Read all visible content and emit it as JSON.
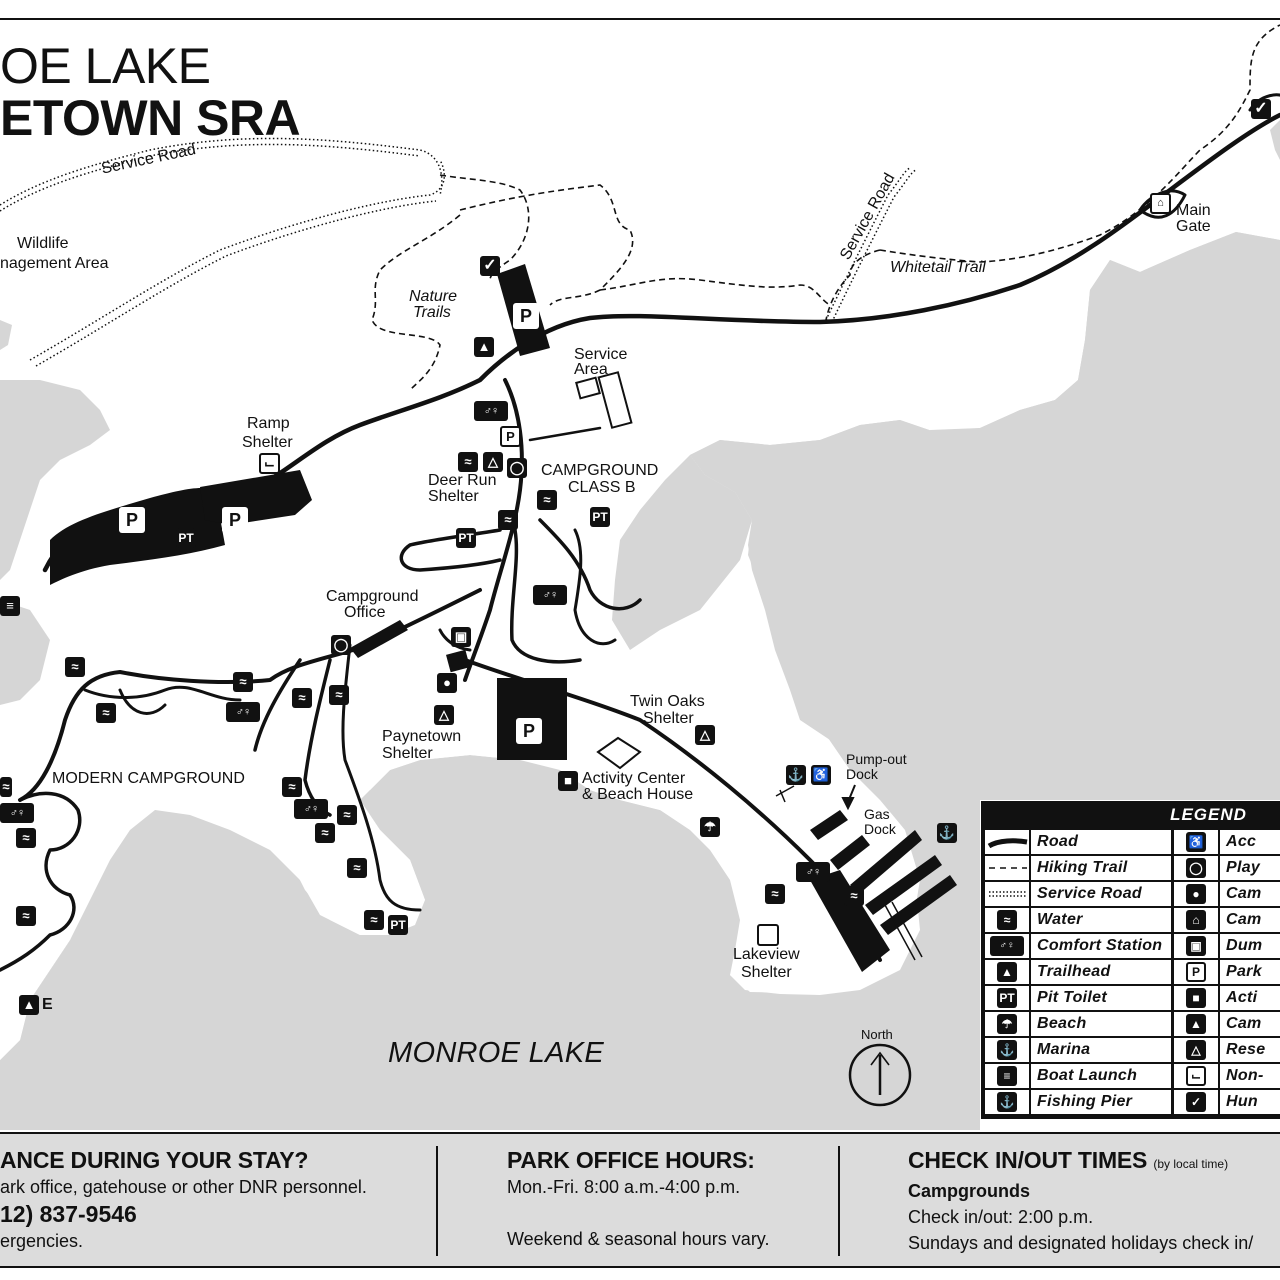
{
  "title": {
    "line1": "OE LAKE",
    "line2": "ETOWN SRA"
  },
  "labels": {
    "service_road_1": "Service Road",
    "service_road_2": "Service Road",
    "wildlife_1": "Wildlife",
    "wildlife_2": "nagement Area",
    "nature_1": "Nature",
    "nature_2": "Trails",
    "whitetail": "Whitetail Trail",
    "main_gate_1": "Main",
    "main_gate_2": "Gate",
    "service_area_1": "Service",
    "service_area_2": "Area",
    "ramp_1": "Ramp",
    "ramp_2": "Shelter",
    "deer_1": "Deer Run",
    "deer_2": "Shelter",
    "class_b_1": "CAMPGROUND",
    "class_b_2": "CLASS B",
    "office_1": "Campground",
    "office_2": "Office",
    "twin_1": "Twin Oaks",
    "twin_2": "Shelter",
    "payne_1": "Paynetown",
    "payne_2": "Shelter",
    "modern": "MODERN CAMPGROUND",
    "activity_1": "Activity Center",
    "activity_2": "& Beach House",
    "pumpout_1": "Pump-out",
    "pumpout_2": "Dock",
    "gas_1": "Gas",
    "gas_2": "Dock",
    "lakeview_1": "Lakeview",
    "lakeview_2": "Shelter",
    "lake": "MONROE LAKE",
    "north": "North",
    "camp_e": "E"
  },
  "map_symbols": {
    "parking": "P",
    "pit_toilet": "PT",
    "check": "✓"
  },
  "legend": {
    "title": "LEGEND",
    "left": [
      {
        "label": "Road",
        "icon": "road-line"
      },
      {
        "label": "Hiking Trail",
        "icon": "dashed-line"
      },
      {
        "label": "Service Road",
        "icon": "dotted-line"
      },
      {
        "label": "Water",
        "icon": "water-icon"
      },
      {
        "label": "Comfort Station",
        "icon": "restroom-icon"
      },
      {
        "label": "Trailhead",
        "icon": "hiker-icon"
      },
      {
        "label": "Pit Toilet",
        "icon": "pit-toilet-icon",
        "glyph": "PT"
      },
      {
        "label": "Beach",
        "icon": "umbrella-icon"
      },
      {
        "label": "Marina",
        "icon": "anchor-icon"
      },
      {
        "label": "Boat Launch",
        "icon": "boat-launch-icon"
      },
      {
        "label": "Fishing Pier",
        "icon": "fishing-pier-icon"
      }
    ],
    "right": [
      {
        "label": "Acc",
        "icon": "wheelchair-icon"
      },
      {
        "label": "Play",
        "icon": "playground-icon"
      },
      {
        "label": "Cam",
        "icon": "camp-store-icon"
      },
      {
        "label": "Cam",
        "icon": "camp-office-icon"
      },
      {
        "label": "Dum",
        "icon": "dump-station-icon"
      },
      {
        "label": "Park",
        "icon": "parking-icon",
        "glyph": "P"
      },
      {
        "label": "Acti",
        "icon": "activity-icon"
      },
      {
        "label": "Cam",
        "icon": "tent-icon"
      },
      {
        "label": "Rese",
        "icon": "reserved-shelter-icon"
      },
      {
        "label": "Non-",
        "icon": "non-reserved-shelter-icon"
      },
      {
        "label": "Hun",
        "icon": "hunting-icon",
        "glyph": "✓"
      }
    ]
  },
  "footer": {
    "col1": {
      "head": "ANCE DURING YOUR STAY?",
      "line1": "ark office, gatehouse or other DNR personnel.",
      "phone": "12) 837-9546",
      "line2": "ergencies."
    },
    "col2": {
      "head": "PARK OFFICE HOURS:",
      "line1": "Mon.-Fri. 8:00 a.m.-4:00 p.m.",
      "line2": "Weekend & seasonal hours vary."
    },
    "col3": {
      "head": "CHECK IN/OUT TIMES",
      "head_note": "(by local time)",
      "sub": "Campgrounds",
      "line1": "Check in/out: 2:00 p.m.",
      "line2": "Sundays and designated holidays check in/"
    }
  },
  "colors": {
    "land": "#ffffff",
    "water": "#d6d6d6",
    "ink": "#111111",
    "footer_bg": "#dcdcdc"
  }
}
